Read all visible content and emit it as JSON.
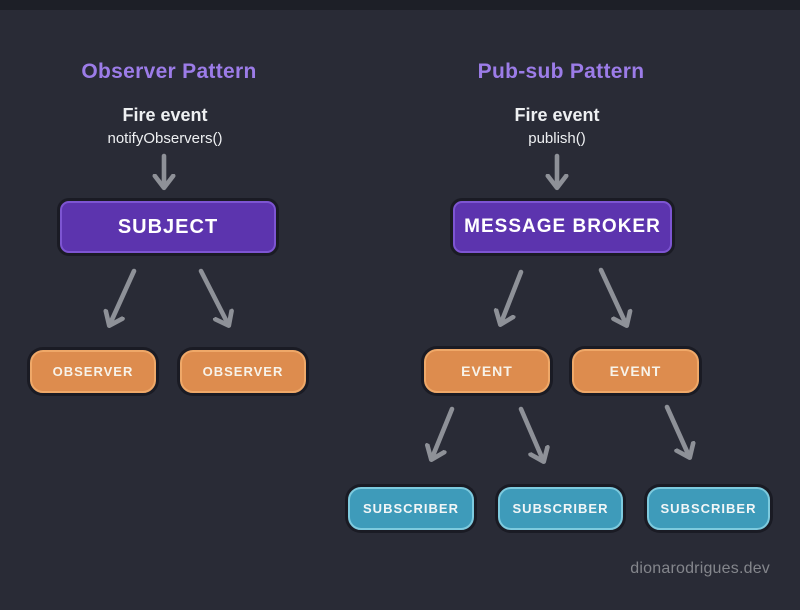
{
  "diagram": {
    "left": {
      "title": "Observer Pattern",
      "fire_event": "Fire event",
      "method": "notifyObservers()",
      "source_box": "SUBJECT",
      "observers": [
        "OBSERVER",
        "OBSERVER"
      ]
    },
    "right": {
      "title": "Pub-sub Pattern",
      "fire_event": "Fire event",
      "method": "publish()",
      "source_box": "MESSAGE BROKER",
      "events": [
        "EVENT",
        "EVENT"
      ],
      "subscribers": [
        "SUBSCRIBER",
        "SUBSCRIBER",
        "SUBSCRIBER"
      ]
    },
    "watermark": "dionarodrigues.dev",
    "colors": {
      "background": "#292b36",
      "title": "#9c7ce8",
      "source_fill": "#5c34ae",
      "source_border": "#7d55d2",
      "orange_fill": "#dd8c4e",
      "orange_border": "#efa868",
      "teal_fill": "#3e9bba",
      "teal_border": "#7dcade",
      "arrow": "#8e9198",
      "text": "#eef0f2",
      "watermark": "#84868c"
    }
  }
}
